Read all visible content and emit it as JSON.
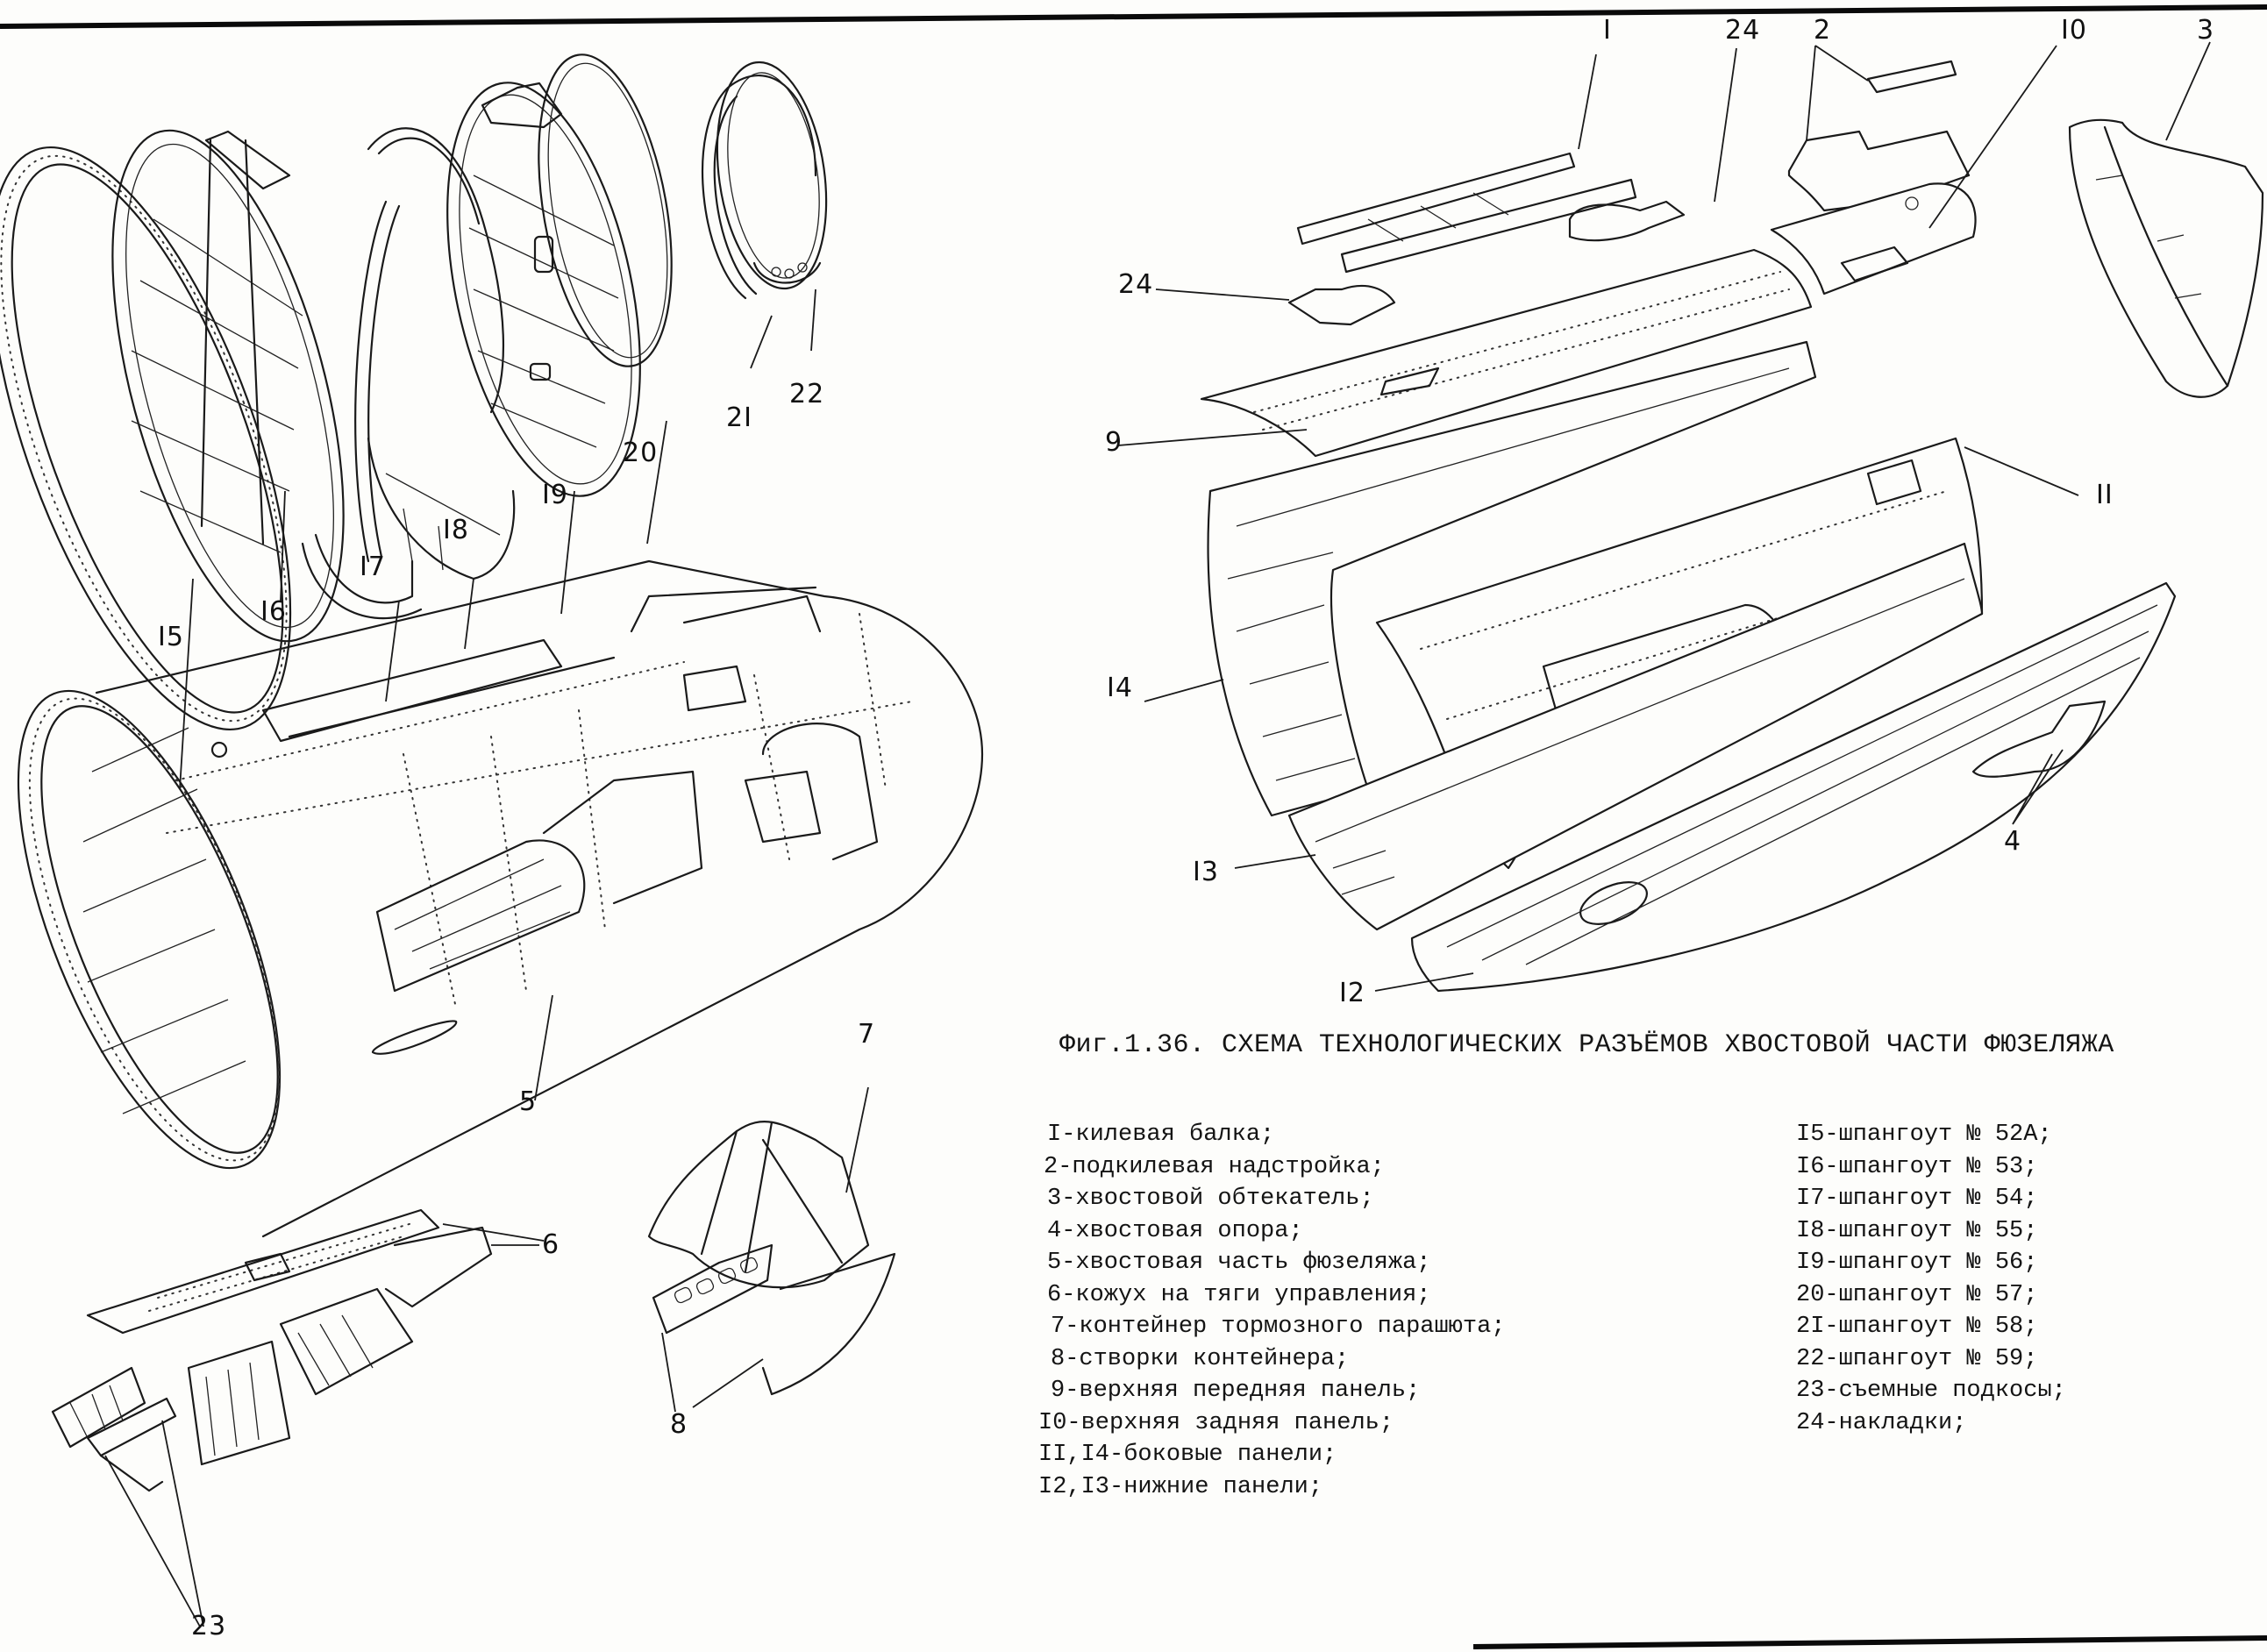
{
  "figure": {
    "caption": "Фиг.1.36. СХЕМА ТЕХНОЛОГИЧЕСКИХ РАЗЪЁМОВ ХВОСТОВОЙ ЧАСТИ ФЮЗЕЛЯЖА",
    "callouts": {
      "c1": "I",
      "c24a": "24",
      "c2": "2",
      "c10": "I0",
      "c3": "3",
      "c24b": "24",
      "c9": "9",
      "c11": "II",
      "c14": "I4",
      "c13": "I3",
      "c12": "I2",
      "c4": "4",
      "c15": "I5",
      "c16": "I6",
      "c17": "I7",
      "c18": "I8",
      "c19": "I9",
      "c20": "20",
      "c21": "2I",
      "c22": "22",
      "c5": "5",
      "c6": "6",
      "c7": "7",
      "c8": "8",
      "c23": "23"
    }
  },
  "legend": {
    "left": [
      "I-килевая балка;",
      "2-подкилевая надстройка;",
      "3-хвостовой обтекатель;",
      "4-хвостовая опора;",
      "5-хвостовая часть фюзеляжа;",
      "6-кожух на тяги управления;",
      "7-контейнер тормозного парашюта;",
      "8-створки контейнера;",
      "9-верхняя передняя панель;",
      "I0-верхняя задняя панель;",
      "II,I4-боковые панели;",
      "I2,I3-нижние панели;"
    ],
    "right": [
      "I5-шпангоут № 52А;",
      "I6-шпангоут № 53;",
      "I7-шпангоут № 54;",
      "I8-шпангоут № 55;",
      "I9-шпангоут № 56;",
      "20-шпангоут № 57;",
      "2I-шпангоут № 58;",
      "22-шпангоут № 59;",
      "23-съемные подкосы;",
      "24-накладки;"
    ]
  }
}
